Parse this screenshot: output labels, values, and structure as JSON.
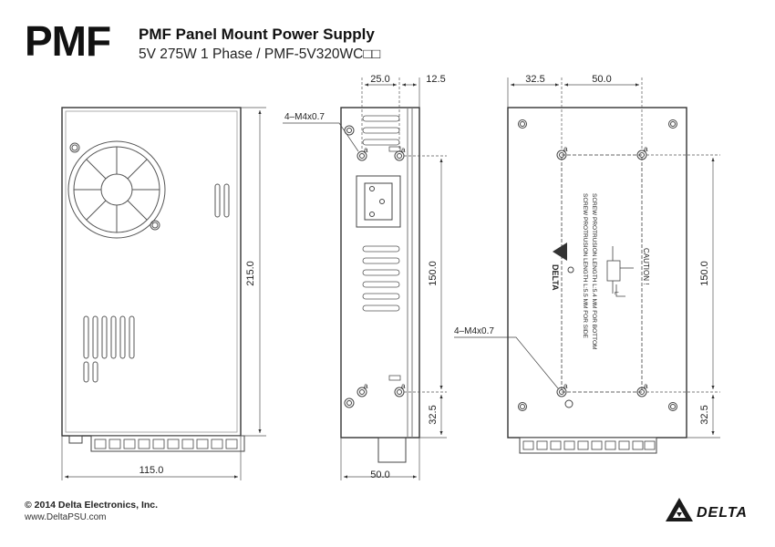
{
  "header": {
    "brand": "PMF",
    "title": "PMF Panel Mount Power Supply",
    "subtitle": "5V 275W 1 Phase / PMF-5V320WC□□"
  },
  "front_view": {
    "height_dim": "215.0",
    "width_dim": "115.0"
  },
  "side_view": {
    "top_dim_a": "25.0",
    "top_dim_b": "12.5",
    "screw_label": "4–M4x0.7",
    "hole_spacing_dim": "150.0",
    "bottom_offset_dim": "32.5",
    "width_dim": "50.0",
    "hole_marker": "a"
  },
  "bottom_view": {
    "top_dim_a": "32.5",
    "top_dim_b": "50.0",
    "screw_label": "4–M4x0.7",
    "hole_spacing_dim": "150.0",
    "bottom_offset_dim": "32.5",
    "hole_marker": "a",
    "label_line1": "SCREW PROTRUSION LENGTH L:5.4 MM FOR BOTTOM",
    "label_line2": "SCREW PROTRUSION LENGTH L:5.5 MM FOR SIDE",
    "caution": "CAUTION !",
    "label_brand": "DELTA",
    "label_l": "L"
  },
  "footer": {
    "copyright": "© 2014 Delta Electronics, Inc.",
    "website": "www.DeltaPSU.com",
    "logo_text": "DELTA",
    "logo_icon": "delta-triangle-icon"
  }
}
